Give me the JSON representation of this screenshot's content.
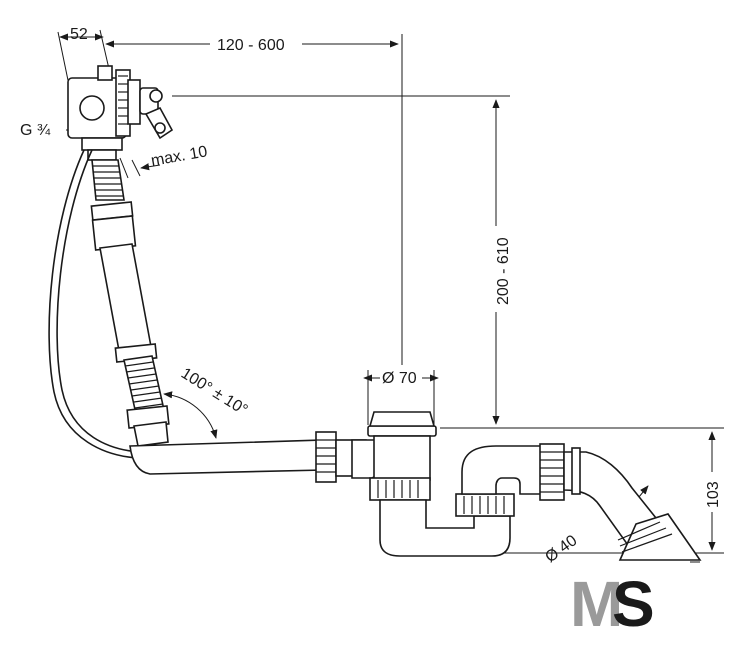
{
  "diagram": {
    "dimensions": {
      "width_52": "52",
      "reach": "120 - 600",
      "height": "200 - 610",
      "thread": "G ¾",
      "max_gap": "max. 10",
      "angle": "100° ± 10°",
      "drain_dia": "Ø 70",
      "pipe_dia": "Ø 40",
      "trap_height": "103"
    },
    "logo": {
      "letter1": "M",
      "letter2": "S",
      "letter1_color": "#9a9a9a",
      "letter2_color": "#1a1a1a"
    }
  }
}
